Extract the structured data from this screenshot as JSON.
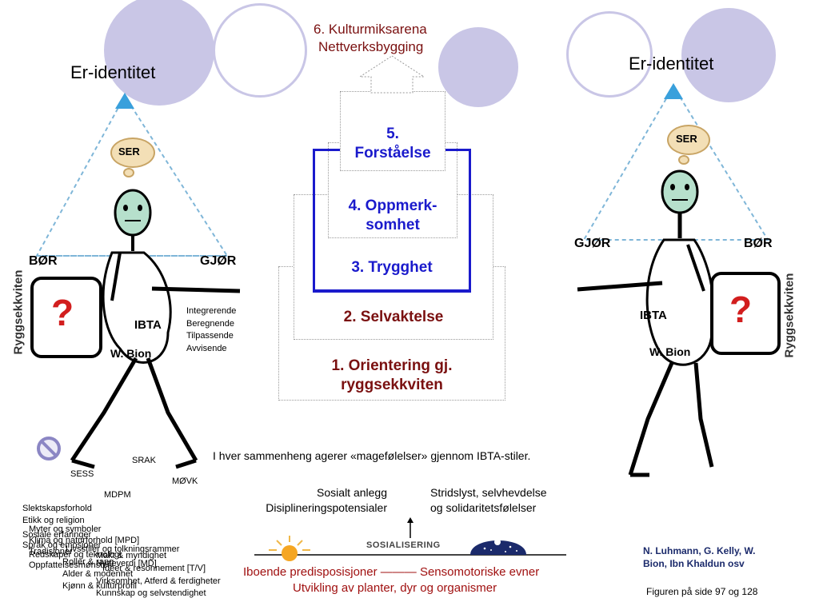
{
  "top_title": [
    "6. Kulturmiksarena",
    "Nettverksbygging"
  ],
  "left_identity": "Er-identitet",
  "right_identity": "Er-identitet",
  "steps": {
    "s5": [
      "5.",
      "Forståelse"
    ],
    "s4": [
      "4. Oppmerk-",
      "somhet"
    ],
    "s3": "3. Trygghet",
    "s2": "2. Selvaktelse",
    "s1": [
      "1. Orientering gj.",
      "ryggsekkviten"
    ]
  },
  "left_figure": {
    "thought": "SER",
    "bor": "BØR",
    "gjor": "GJØR",
    "backpack_label": "Ryggsekkviten",
    "backpack_mark": "?",
    "ibta": "IBTA",
    "bion": "W. Bion"
  },
  "right_figure": {
    "thought": "SER",
    "gjor": "GJØR",
    "bor": "BØR",
    "backpack_label": "Ryggsekkviten",
    "backpack_mark": "?",
    "ibta": "IBTA",
    "bion": "W. Bion"
  },
  "ibta_styles": [
    "Integrerende",
    "Beregnende",
    "Tilpassende",
    "Avvisende"
  ],
  "leg_labels": {
    "srak": "SRAK",
    "sess": "SESS",
    "movk": "MØVK",
    "mdpm": "MDPM"
  },
  "backpack_items": [
    "Slektskapsforhold",
    "Etikk og religion",
    "Myter og symboler",
    "Sosiale erfaringer",
    "Språk og emosjoner",
    "Klima og naturforhold [MPD]",
    "Tradisjoner",
    "Livsstiler og tolkningsrammer",
    "Redskaper og teknologi",
    "Makt & myndighet",
    "Roller & rang",
    "Oppfattelsesmønster",
    "Ideer & resonnement [T/V]",
    "Nytteverdi [MD]",
    "Alder & modenhet",
    "Virksomhet, Atferd & ferdigheter",
    "Kjønn & kulturprofil",
    "Kunnskap og selvstendighet"
  ],
  "statement": "I hver sammenheng agerer «magefølelser» gjennom IBTA-stiler.",
  "left_col": [
    "Sosialt anlegg",
    "Disiplineringspotensialer"
  ],
  "right_col": [
    "Stridslyst, selvhevdelse",
    "og solidaritetsfølelser"
  ],
  "socialization": "SOSIALISERING",
  "bottom_red": "Iboende predisposisjoner ——— Sensomotoriske evner",
  "bottom_red2": "Utvikling av planter, dyr og organismer",
  "credits": [
    "N. Luhmann, G. Kelly, W.",
    "Bion, Ibn Khaldun osv"
  ],
  "figure_ref": "Figuren på side  97 og 128",
  "colors": {
    "blue": "#1a1acc",
    "maroon": "#7a1010",
    "lavender": "#c9c6e6",
    "navy": "#1b2a6b"
  }
}
